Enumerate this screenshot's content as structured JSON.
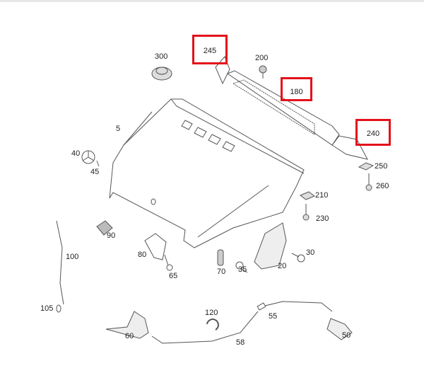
{
  "diagram": {
    "highlight_color": "#e3121b",
    "highlighted_parts": [
      "245",
      "180",
      "240"
    ],
    "labels": {
      "p300": "300",
      "p245": "245",
      "p200": "200",
      "p180": "180",
      "p240": "240",
      "p5": "5",
      "p40": "40",
      "p45": "45",
      "p250": "250",
      "p260": "260",
      "p210": "210",
      "p230": "230",
      "p90": "90",
      "p100": "100",
      "p80": "80",
      "p65": "65",
      "p70": "70",
      "p35": "35",
      "p20": "20",
      "p30": "30",
      "p105": "105",
      "p120": "120",
      "p55": "55",
      "p60": "60",
      "p58": "58",
      "p50": "50"
    }
  }
}
